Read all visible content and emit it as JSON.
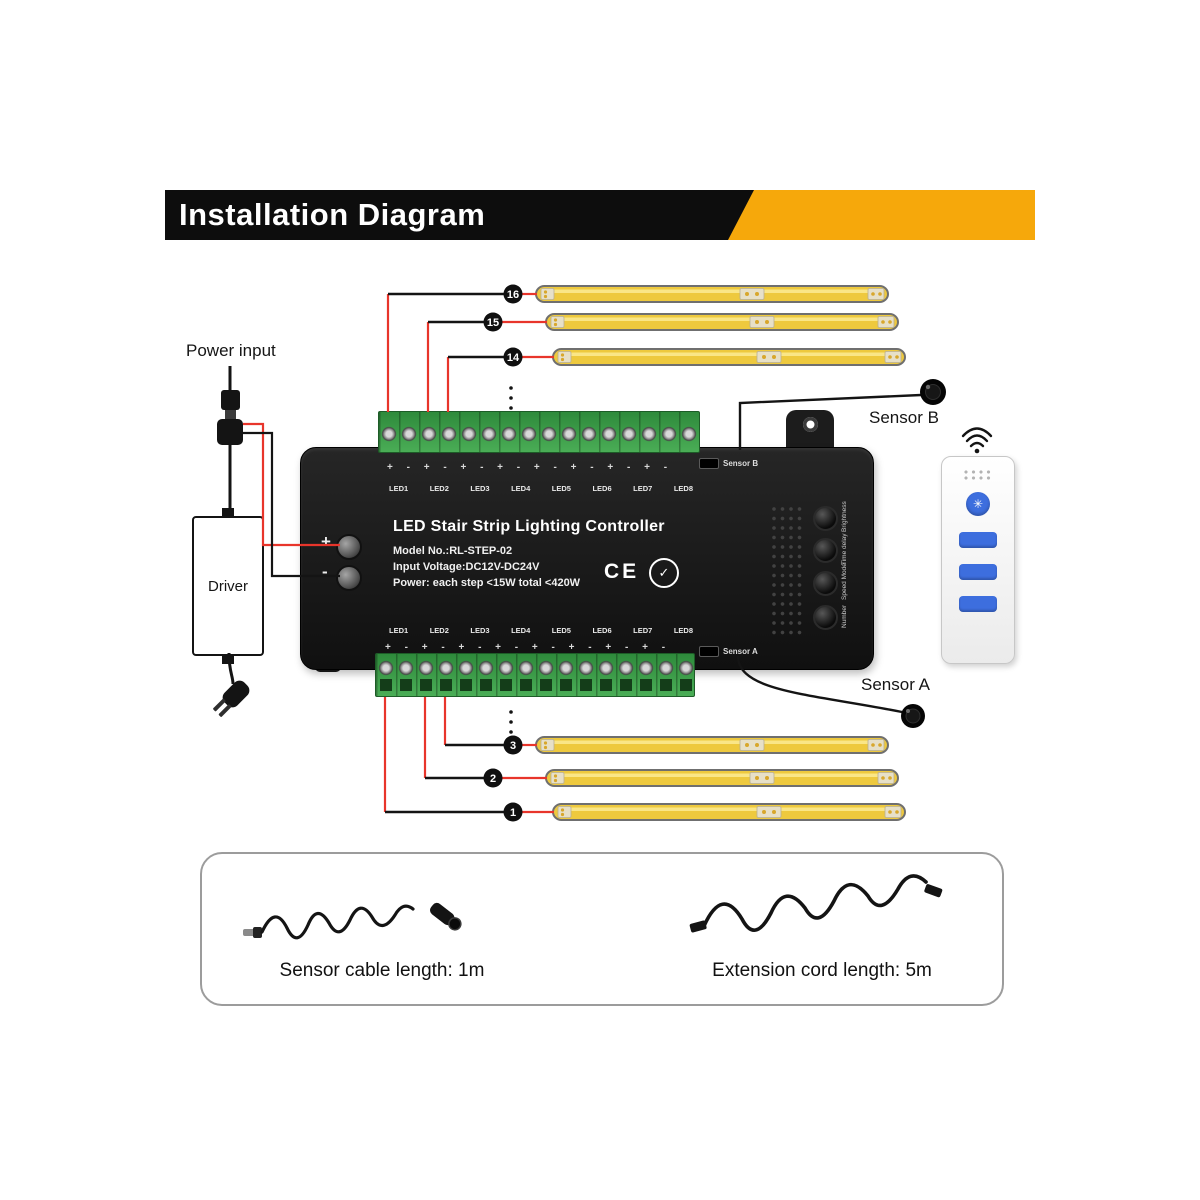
{
  "header": {
    "title": "Installation Diagram"
  },
  "power": {
    "label": "Power input",
    "driver_label": "Driver"
  },
  "controller": {
    "title": "LED Stair Strip Lighting Controller",
    "model": "Model No.:RL-STEP-02",
    "voltage": "Input Voltage:DC12V-DC24V",
    "power_spec": "Power: each step <15W  total <420W",
    "ce_mark": "CE",
    "cert_icon": "✓",
    "plus": "+",
    "minus": "-",
    "polarity_row": "+ - + - + - + - + - + - + - + -",
    "led_labels": [
      "LED1",
      "LED2",
      "LED3",
      "LED4",
      "LED5",
      "LED6",
      "LED7",
      "LED8"
    ],
    "sensor_b_port": "Sensor B",
    "sensor_a_port": "Sensor A",
    "button_labels": [
      "Brightness",
      "Time delay",
      "Speed Mode",
      "Number"
    ]
  },
  "remote": {
    "power_icon": "✳"
  },
  "sensors": {
    "sensor_b": "Sensor B",
    "sensor_a": "Sensor A"
  },
  "strips": {
    "top_numbers": [
      "16",
      "15",
      "14"
    ],
    "bottom_numbers": [
      "3",
      "2",
      "1"
    ]
  },
  "footer": {
    "sensor_cable": "Sensor cable length: 1m",
    "extension_cord": "Extension cord length: 5m"
  },
  "colors": {
    "accent_orange": "#F6A80B",
    "terminal_green": "#3B9A47",
    "strip_yellow": "#EEC93E",
    "wire_red": "#E8352B",
    "remote_blue": "#3D6EDE"
  }
}
